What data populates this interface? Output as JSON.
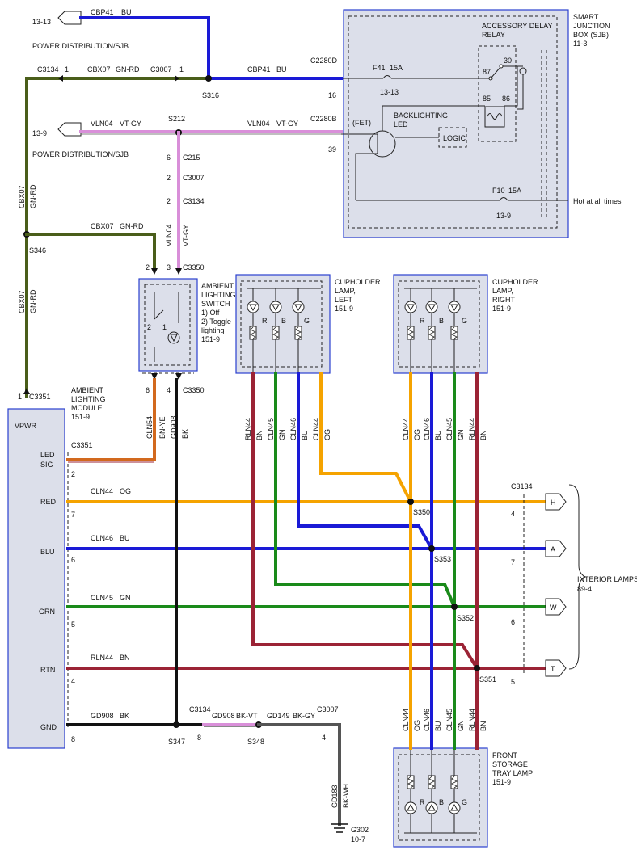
{
  "colors": {
    "BU": "#1a1ad6",
    "GN": "#1a8a1a",
    "OG": "#f5a300",
    "BN": "#9b2335",
    "BK": "#111111",
    "VT": "#d98fd9",
    "GNRD": "#4a5e1a",
    "BNYE": "#d2691e"
  },
  "power_top": {
    "ref": "13-13",
    "label": "POWER DISTRIBUTION/SJB"
  },
  "power_mid": {
    "ref": "13-9",
    "label": "POWER DISTRIBUTION/SJB"
  },
  "wires": {
    "cbp41": "CBP41",
    "bu": "BU",
    "cbx07": "CBX07",
    "gnrd": "GN-RD",
    "vln04": "VLN04",
    "vtgy": "VT-GY",
    "cln54": "CLN54",
    "bnye": "BN-YE",
    "gd908": "GD908",
    "bk": "BK",
    "cln44": "CLN44",
    "og": "OG",
    "cln46": "CLN46",
    "cln45": "CLN45",
    "gn": "GN",
    "rln44": "RLN44",
    "bn": "BN",
    "bkvt": "BK-VT",
    "gd149": "GD149",
    "bkgy": "BK-GY",
    "gd183": "GD183",
    "bkwh": "BK-WH"
  },
  "connectors": {
    "c3134": "C3134",
    "c3007": "C3007",
    "c2280d": "C2280D",
    "c2280b": "C2280B",
    "c215": "C215",
    "c3350": "C3350",
    "c3351": "C3351",
    "s316": "S316",
    "s212": "S212",
    "s346": "S346",
    "s350": "S350",
    "s353": "S353",
    "s352": "S352",
    "s351": "S351",
    "s347": "S347",
    "s348": "S348",
    "g302": "G302",
    "g302ref": "10-7"
  },
  "pins": {
    "p1": "1",
    "p2": "2",
    "p3": "3",
    "p4": "4",
    "p5": "5",
    "p6": "6",
    "p7": "7",
    "p8": "8",
    "p16": "16",
    "p39": "39"
  },
  "sjb": {
    "title": [
      "SMART",
      "JUNCTION",
      "BOX (SJB)",
      "11-3"
    ],
    "relay": [
      "ACCESSORY DELAY",
      "RELAY"
    ],
    "r87": "87",
    "r30": "30",
    "r85": "85",
    "r86": "86",
    "f41": "F41",
    "f41a": "15A",
    "f41ref": "13-13",
    "f10": "F10",
    "f10a": "15A",
    "f10ref": "13-9",
    "fet": "(FET)",
    "backlight": [
      "BACKLIGHTING",
      "LED"
    ],
    "logic": "LOGIC",
    "hot": "Hot at all times"
  },
  "switch": {
    "title": [
      "AMBIENT",
      "LIGHTING",
      "SWITCH",
      "1) Off",
      "2) Toggle",
      "lighting",
      "151-9"
    ],
    "s1": "1",
    "s2": "2"
  },
  "module": {
    "title": [
      "AMBIENT",
      "LIGHTING",
      "MODULE",
      "151-9"
    ],
    "vpwr": "VPWR",
    "led": "LED",
    "sig": "SIG",
    "red": "RED",
    "blu": "BLU",
    "grn": "GRN",
    "rtn": "RTN",
    "gnd": "GND"
  },
  "cup_left": {
    "title": [
      "CUPHOLDER",
      "LAMP,",
      "LEFT",
      "151-9"
    ],
    "r": "R",
    "b": "B",
    "g": "G"
  },
  "cup_right": {
    "title": [
      "CUPHOLDER",
      "LAMP,",
      "RIGHT",
      "151-9"
    ],
    "r": "R",
    "b": "B",
    "g": "G"
  },
  "tray": {
    "title": [
      "FRONT",
      "STORAGE",
      "TRAY LAMP",
      "151-9"
    ],
    "r": "R",
    "b": "B",
    "g": "G"
  },
  "interior": {
    "label": "INTERIOR LAMPS",
    "ref": "89-4",
    "h": "H",
    "a": "A",
    "w": "W",
    "t": "T"
  }
}
